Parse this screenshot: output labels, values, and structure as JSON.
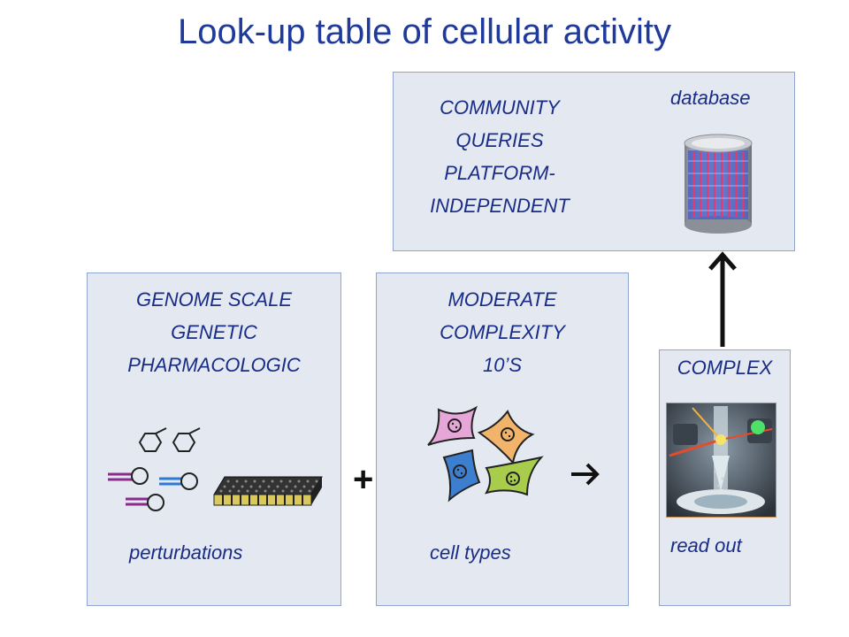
{
  "title": "Look-up table of cellular activity",
  "database_panel": {
    "heading_lines": [
      "COMMUNITY",
      "QUERIES",
      "PLATFORM-",
      "INDEPENDENT"
    ],
    "label": "database"
  },
  "perturbation_panel": {
    "heading_lines": [
      "GENOME SCALE",
      "GENETIC",
      "PHARMACOLOGIC"
    ],
    "caption": "perturbations"
  },
  "cell_panel": {
    "heading_lines": [
      "MODERATE",
      "COMPLEXITY",
      "10’S"
    ],
    "caption": "cell types"
  },
  "readout_panel": {
    "heading": "COMPLEX",
    "caption": "read out"
  },
  "operator_plus": "+",
  "colors": {
    "title": "#1f3a9a",
    "text": "#1a2d86",
    "panel_fill": "#e3e8f1",
    "panel_border": "#8fa6cf"
  }
}
